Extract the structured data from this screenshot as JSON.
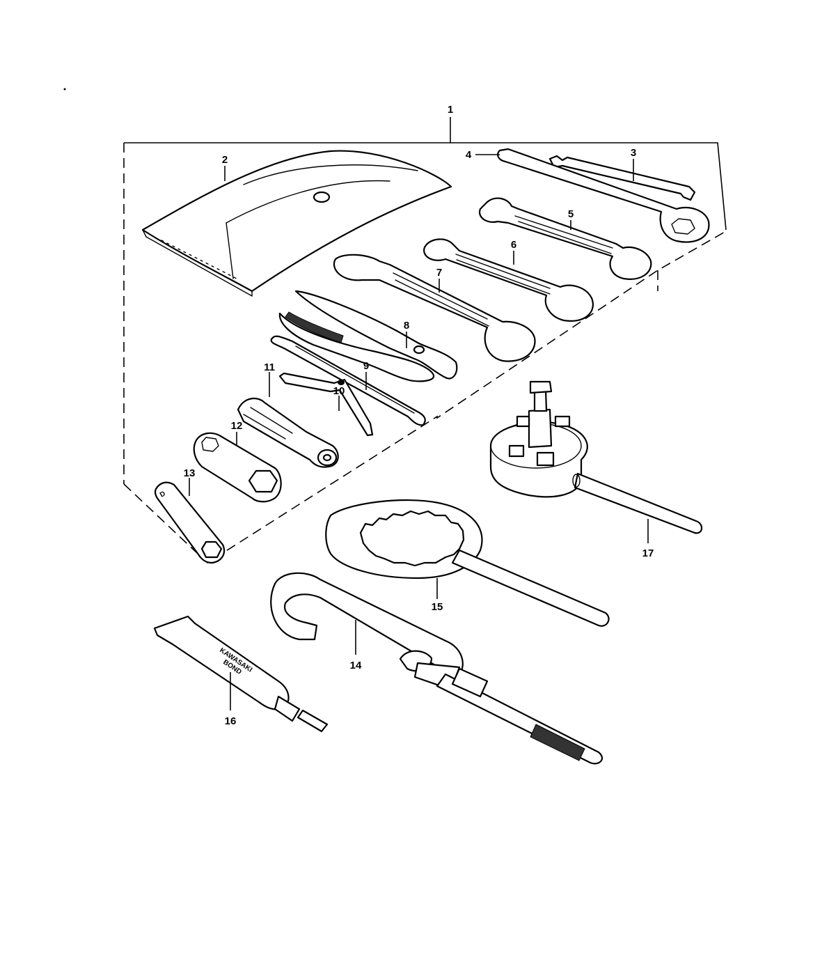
{
  "labels": {
    "l1": "1",
    "l2": "2",
    "l3": "3",
    "l4": "4",
    "l5": "5",
    "l6": "6",
    "l7": "7",
    "l8": "8",
    "l9": "9",
    "l10": "10",
    "l11": "11",
    "l12": "12",
    "l13": "13",
    "l14": "14",
    "l15": "15",
    "l16": "16",
    "l17": "17"
  },
  "tube_text": {
    "line1": "KAWASAKI",
    "line2": "BOND"
  },
  "socket_mark": "D"
}
